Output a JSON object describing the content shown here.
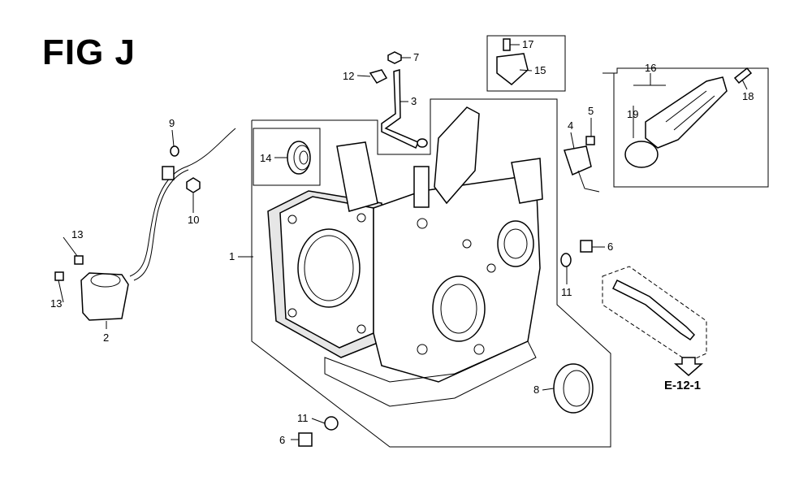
{
  "figure": {
    "title": "FIG J",
    "reference": "E-12-1"
  },
  "callouts": [
    {
      "id": "c1",
      "text": "1"
    },
    {
      "id": "c2",
      "text": "2"
    },
    {
      "id": "c3",
      "text": "3"
    },
    {
      "id": "c4",
      "text": "4"
    },
    {
      "id": "c5",
      "text": "5"
    },
    {
      "id": "c6a",
      "text": "6"
    },
    {
      "id": "c6b",
      "text": "6"
    },
    {
      "id": "c7",
      "text": "7"
    },
    {
      "id": "c8",
      "text": "8"
    },
    {
      "id": "c9",
      "text": "9"
    },
    {
      "id": "c10",
      "text": "10"
    },
    {
      "id": "c11a",
      "text": "11"
    },
    {
      "id": "c11b",
      "text": "11"
    },
    {
      "id": "c12",
      "text": "12"
    },
    {
      "id": "c13a",
      "text": "13"
    },
    {
      "id": "c13b",
      "text": "13"
    },
    {
      "id": "c14",
      "text": "14"
    },
    {
      "id": "c15",
      "text": "15"
    },
    {
      "id": "c16",
      "text": "16"
    },
    {
      "id": "c17",
      "text": "17"
    },
    {
      "id": "c18",
      "text": "18"
    },
    {
      "id": "c19",
      "text": "19"
    }
  ]
}
